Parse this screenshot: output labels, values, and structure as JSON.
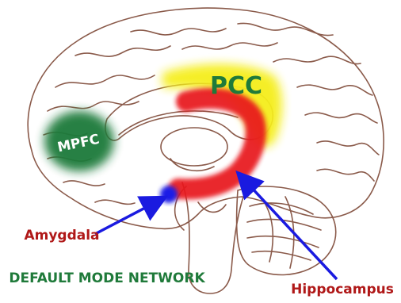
{
  "labels": {
    "mpfc": "MPFC",
    "pcc": "PCC",
    "amygdala": "Amygdala",
    "hippocampus": "Hippocampus",
    "caption": "DEFAULT MODE NETWORK"
  },
  "colors": {
    "outline": "#8a5a4a",
    "mpfc_fill": "#1f7a3a",
    "pcc_fill": "#f5ee1e",
    "pathway": "#e8141a",
    "amygdala_dot": "#1e1ee6",
    "arrow": "#1a1ae0",
    "label_red": "#b01818",
    "label_green": "#1f7a3a",
    "background": "#ffffff"
  }
}
